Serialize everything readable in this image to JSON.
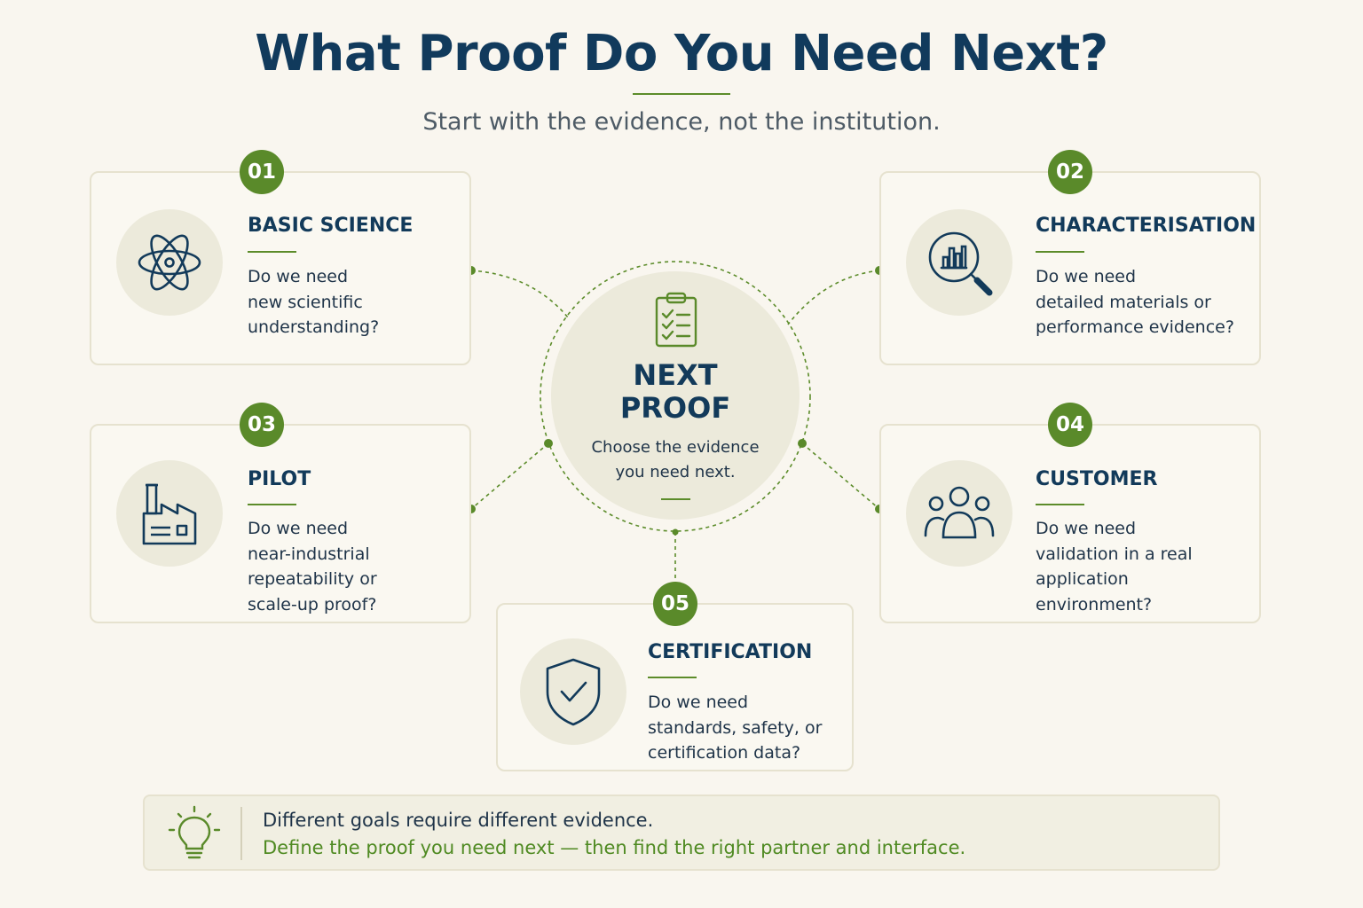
{
  "header": {
    "title": "What Proof Do You Need Next?",
    "subtitle": "Start with the evidence, not the institution."
  },
  "hub": {
    "title_line1": "NEXT",
    "title_line2": "PROOF",
    "text_line1": "Choose the evidence",
    "text_line2": "you need next.",
    "icon": "clipboard-checklist-icon"
  },
  "cards": [
    {
      "number": "01",
      "title": "BASIC SCIENCE",
      "lines": [
        "Do we need",
        "new scientific",
        "understanding?"
      ],
      "icon": "atom-icon"
    },
    {
      "number": "02",
      "title": "CHARACTERISATION",
      "lines": [
        "Do we need",
        "detailed materials or",
        "performance evidence?"
      ],
      "icon": "magnifier-chart-icon"
    },
    {
      "number": "03",
      "title": "PILOT",
      "lines": [
        "Do we need",
        "near-industrial",
        "repeatability or",
        "scale-up proof?"
      ],
      "icon": "factory-icon"
    },
    {
      "number": "04",
      "title": "CUSTOMER",
      "lines": [
        "Do we need",
        "validation in a real",
        "application",
        "environment?"
      ],
      "icon": "people-group-icon"
    },
    {
      "number": "05",
      "title": "CERTIFICATION",
      "lines": [
        "Do we need",
        "standards, safety, or",
        "certification data?"
      ],
      "icon": "shield-check-icon"
    }
  ],
  "footer": {
    "line1": "Different goals require different evidence.",
    "line2": "Define the proof you need next — then find the right partner and interface.",
    "icon": "lightbulb-icon"
  },
  "colors": {
    "background": "#f9f6ef",
    "navy": "#123a5a",
    "green": "#5a8a2a",
    "icon_circle": "#eceadb",
    "card_border": "#e6e2cf"
  }
}
